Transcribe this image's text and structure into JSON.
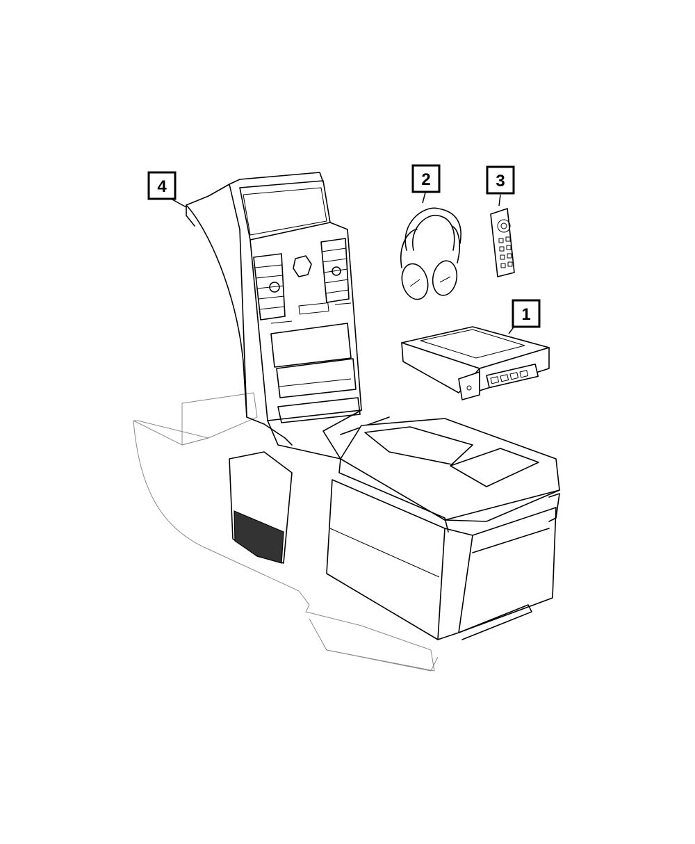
{
  "callouts": [
    {
      "id": "1",
      "label": "1"
    },
    {
      "id": "2",
      "label": "2"
    },
    {
      "id": "3",
      "label": "3"
    },
    {
      "id": "4",
      "label": "4"
    }
  ],
  "colors": {
    "line": "#000000",
    "ghost": "#888888",
    "background": "#ffffff"
  }
}
